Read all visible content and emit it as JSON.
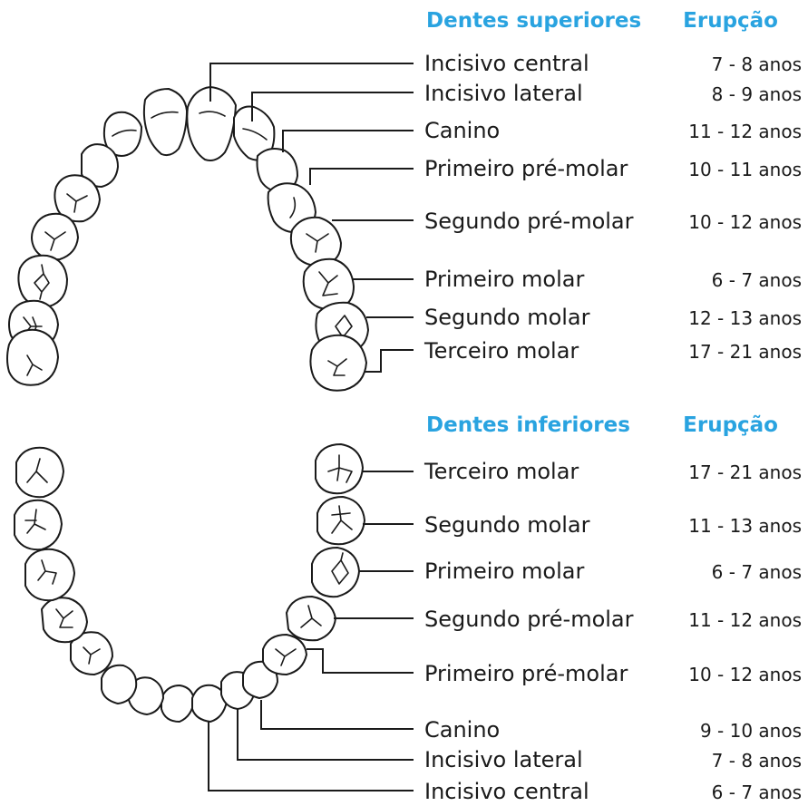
{
  "colors": {
    "header": "#29a3e0",
    "ink": "#1a1a1a",
    "background": "#ffffff"
  },
  "upper": {
    "title": "Dentes superiores",
    "age_header": "Erupção",
    "rows": [
      {
        "name": "Incisivo central",
        "age": "7 - 8 anos"
      },
      {
        "name": "Incisivo lateral",
        "age": "8 - 9 anos"
      },
      {
        "name": "Canino",
        "age": "11 - 12 anos"
      },
      {
        "name": "Primeiro pré-molar",
        "age": "10 - 11 anos"
      },
      {
        "name": "Segundo pré-molar",
        "age": "10 - 12 anos"
      },
      {
        "name": "Primeiro molar",
        "age": "6 - 7 anos"
      },
      {
        "name": "Segundo molar",
        "age": "12 - 13 anos"
      },
      {
        "name": "Terceiro molar",
        "age": "17 - 21 anos"
      }
    ]
  },
  "lower": {
    "title": "Dentes inferiores",
    "age_header": "Erupção",
    "rows": [
      {
        "name": "Terceiro molar",
        "age": "17 - 21 anos"
      },
      {
        "name": "Segundo molar",
        "age": "11 - 13 anos"
      },
      {
        "name": "Primeiro molar",
        "age": "6 - 7 anos"
      },
      {
        "name": "Segundo pré-molar",
        "age": "11 - 12 anos"
      },
      {
        "name": "Primeiro pré-molar",
        "age": "10 - 12 anos"
      },
      {
        "name": "Canino",
        "age": "9 - 10 anos"
      },
      {
        "name": "Incisivo lateral",
        "age": "7 - 8 anos"
      },
      {
        "name": "Incisivo central",
        "age": "6 - 7 anos"
      }
    ]
  }
}
